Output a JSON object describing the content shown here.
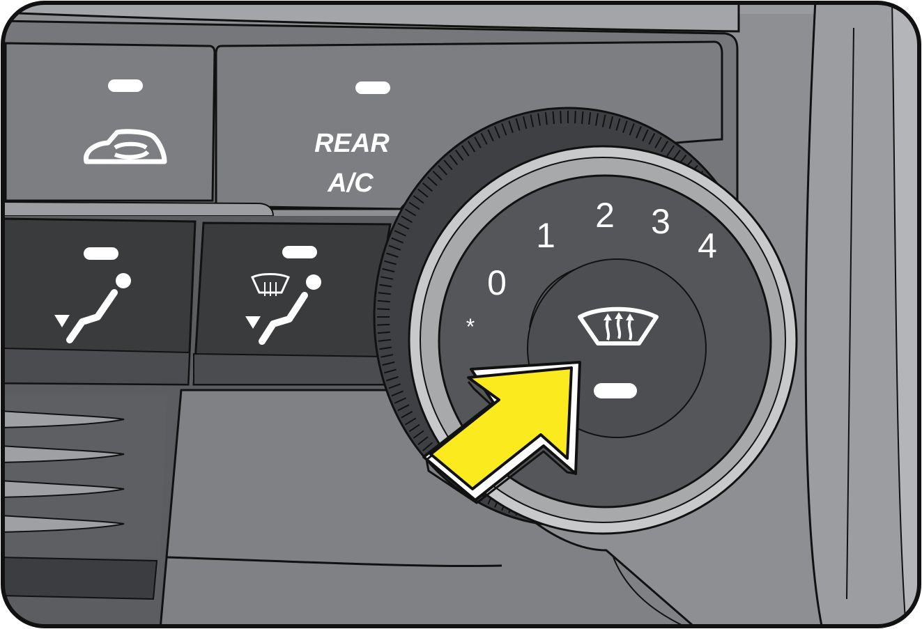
{
  "panel": {
    "rear_ac_button": {
      "label_line1": "REAR",
      "label_line2": "A/C"
    },
    "fan_dial": {
      "marks": [
        {
          "label": "*"
        },
        {
          "label": "0"
        },
        {
          "label": "1"
        },
        {
          "label": "2"
        },
        {
          "label": "3"
        },
        {
          "label": "4"
        }
      ]
    }
  },
  "icons": {
    "recirculation_button_icon": "air-recirculation-icon",
    "floor_mode_icon": "seat-floor-airflow-icon",
    "floor_defrost_icon": "seat-floor-defrost-icon",
    "dial_center_icon": "rear-window-defrost-icon",
    "pointer_arrow": "yellow-arrow-icon"
  },
  "colors": {
    "panel_gray": "#8c8d90",
    "dark_gray": "#4a4b4d",
    "darker_gray": "#3a3b3d",
    "arrow_yellow": "#fbeb1e",
    "indicator_white": "#ffffff"
  }
}
